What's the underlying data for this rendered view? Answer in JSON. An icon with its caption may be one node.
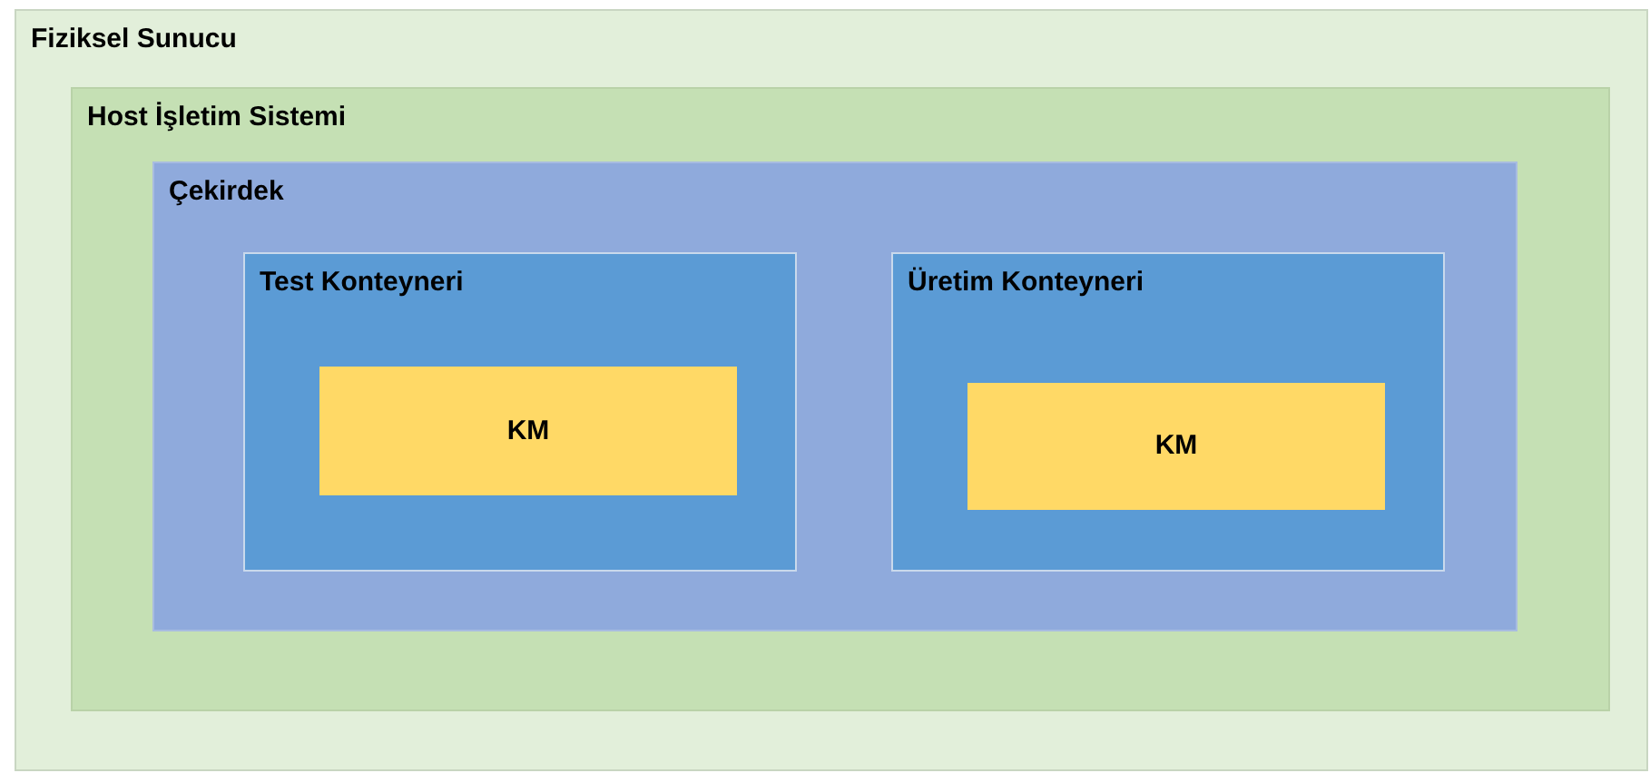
{
  "diagram": {
    "nodes": [
      {
        "text": [
          "Fiziksel Sunucu"
        ]
      },
      {
        "text": [
          "Host İşletim Sistemi"
        ],
        "in": 0
      },
      {
        "text": [
          "Çekirdek"
        ],
        "in": 1
      },
      {
        "text": [
          "Test Konteyneri"
        ],
        "in": 2
      },
      {
        "text": [
          "Üretim Konteyneri"
        ],
        "in": 2
      },
      {
        "text": [
          "KM"
        ],
        "in": 3
      },
      {
        "text": [
          "KM"
        ],
        "in": 4
      }
    ]
  }
}
